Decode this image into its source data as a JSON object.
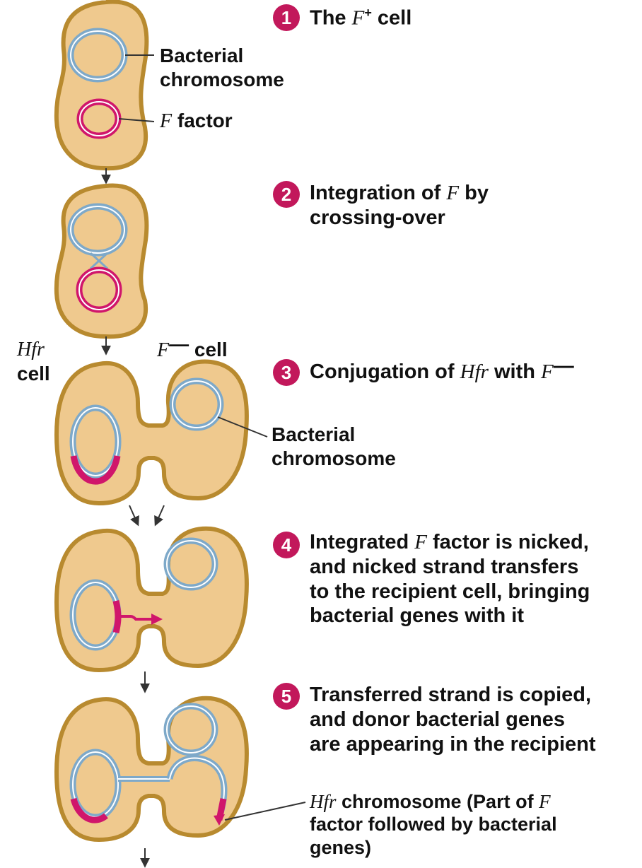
{
  "colors": {
    "cell_fill": "#efc98e",
    "cell_stroke": "#b88a2f",
    "chromosome": "#7ea9c9",
    "f_factor": "#d0166b",
    "badge": "#c2185b"
  },
  "steps": [
    {
      "number": "1",
      "pre": "The ",
      "ital": "F",
      "sup": "+",
      "post": " cell"
    },
    {
      "number": "2",
      "line1_pre": "Integration of ",
      "line1_ital": "F",
      "line1_post": " by",
      "line2": "crossing-over"
    },
    {
      "number": "3",
      "pre": "Conjugation of ",
      "ital1": "Hfr",
      "mid": " with ",
      "ital2": "F",
      "post": "—"
    },
    {
      "number": "4",
      "line1_pre": "Integrated ",
      "line1_ital": "F",
      "line1_post": " factor is nicked,",
      "line2": "and nicked strand transfers",
      "line3": "to the recipient cell, bringing",
      "line4": "bacterial genes with it"
    },
    {
      "number": "5",
      "line1": "Transferred strand is copied,",
      "line2": "and donor bacterial genes",
      "line3": "are appearing in the recipient"
    }
  ],
  "labels": {
    "bacterial": "Bacterial",
    "chromosome": "chromosome",
    "f_factor_ital": "F",
    "f_factor_post": " factor",
    "hfr_ital": "Hfr",
    "cell": "cell",
    "fminus_ital": "F",
    "fminus_dash": "—",
    "fminus_cell": " cell",
    "hfr_chrom_ital": "Hfr",
    "hfr_chrom_line1_post": " chromosome (Part of ",
    "hfr_chrom_line1_ital": "F",
    "hfr_chrom_line2": "factor followed by bacterial",
    "hfr_chrom_line3": "genes)"
  }
}
